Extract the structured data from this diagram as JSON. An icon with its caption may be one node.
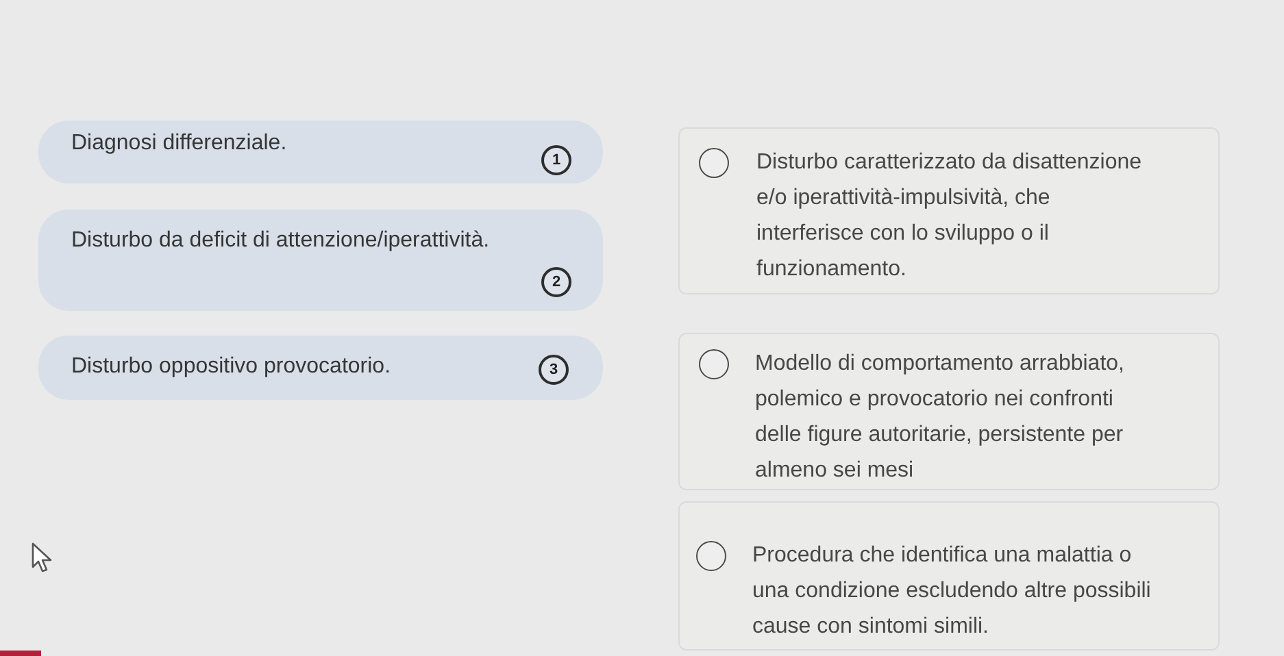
{
  "diagram": {
    "nodes": [
      {
        "text": [
          "Diagnosi differenziale."
        ]
      },
      {
        "text": [
          "1"
        ],
        "in": 0
      },
      {
        "text": [
          "Disturbo da deficit di attenzione/iperattività."
        ]
      },
      {
        "text": [
          "2"
        ],
        "in": 2
      },
      {
        "text": [
          "Disturbo oppositivo provocatorio."
        ]
      },
      {
        "text": [
          "3"
        ],
        "in": 4
      },
      {
        "text": [
          "Disturbo caratterizzato da disattenzione e/o iperattività-impulsività, che interferisce con lo sviluppo o il funzionamento."
        ]
      },
      {
        "text": [],
        "shape": "circle",
        "in": 6
      },
      {
        "text": [
          "Modello di comportamento arrabbiato, polemico e provocatorio nei confronti delle figure autoritarie, persistente per almeno sei mesi"
        ]
      },
      {
        "text": [],
        "shape": "circle",
        "in": 8
      },
      {
        "text": [
          "Procedura che identifica una malattia o una condizione escludendo altre possibili cause con sintomi simili."
        ]
      },
      {
        "text": [],
        "shape": "circle",
        "in": 10
      }
    ]
  }
}
